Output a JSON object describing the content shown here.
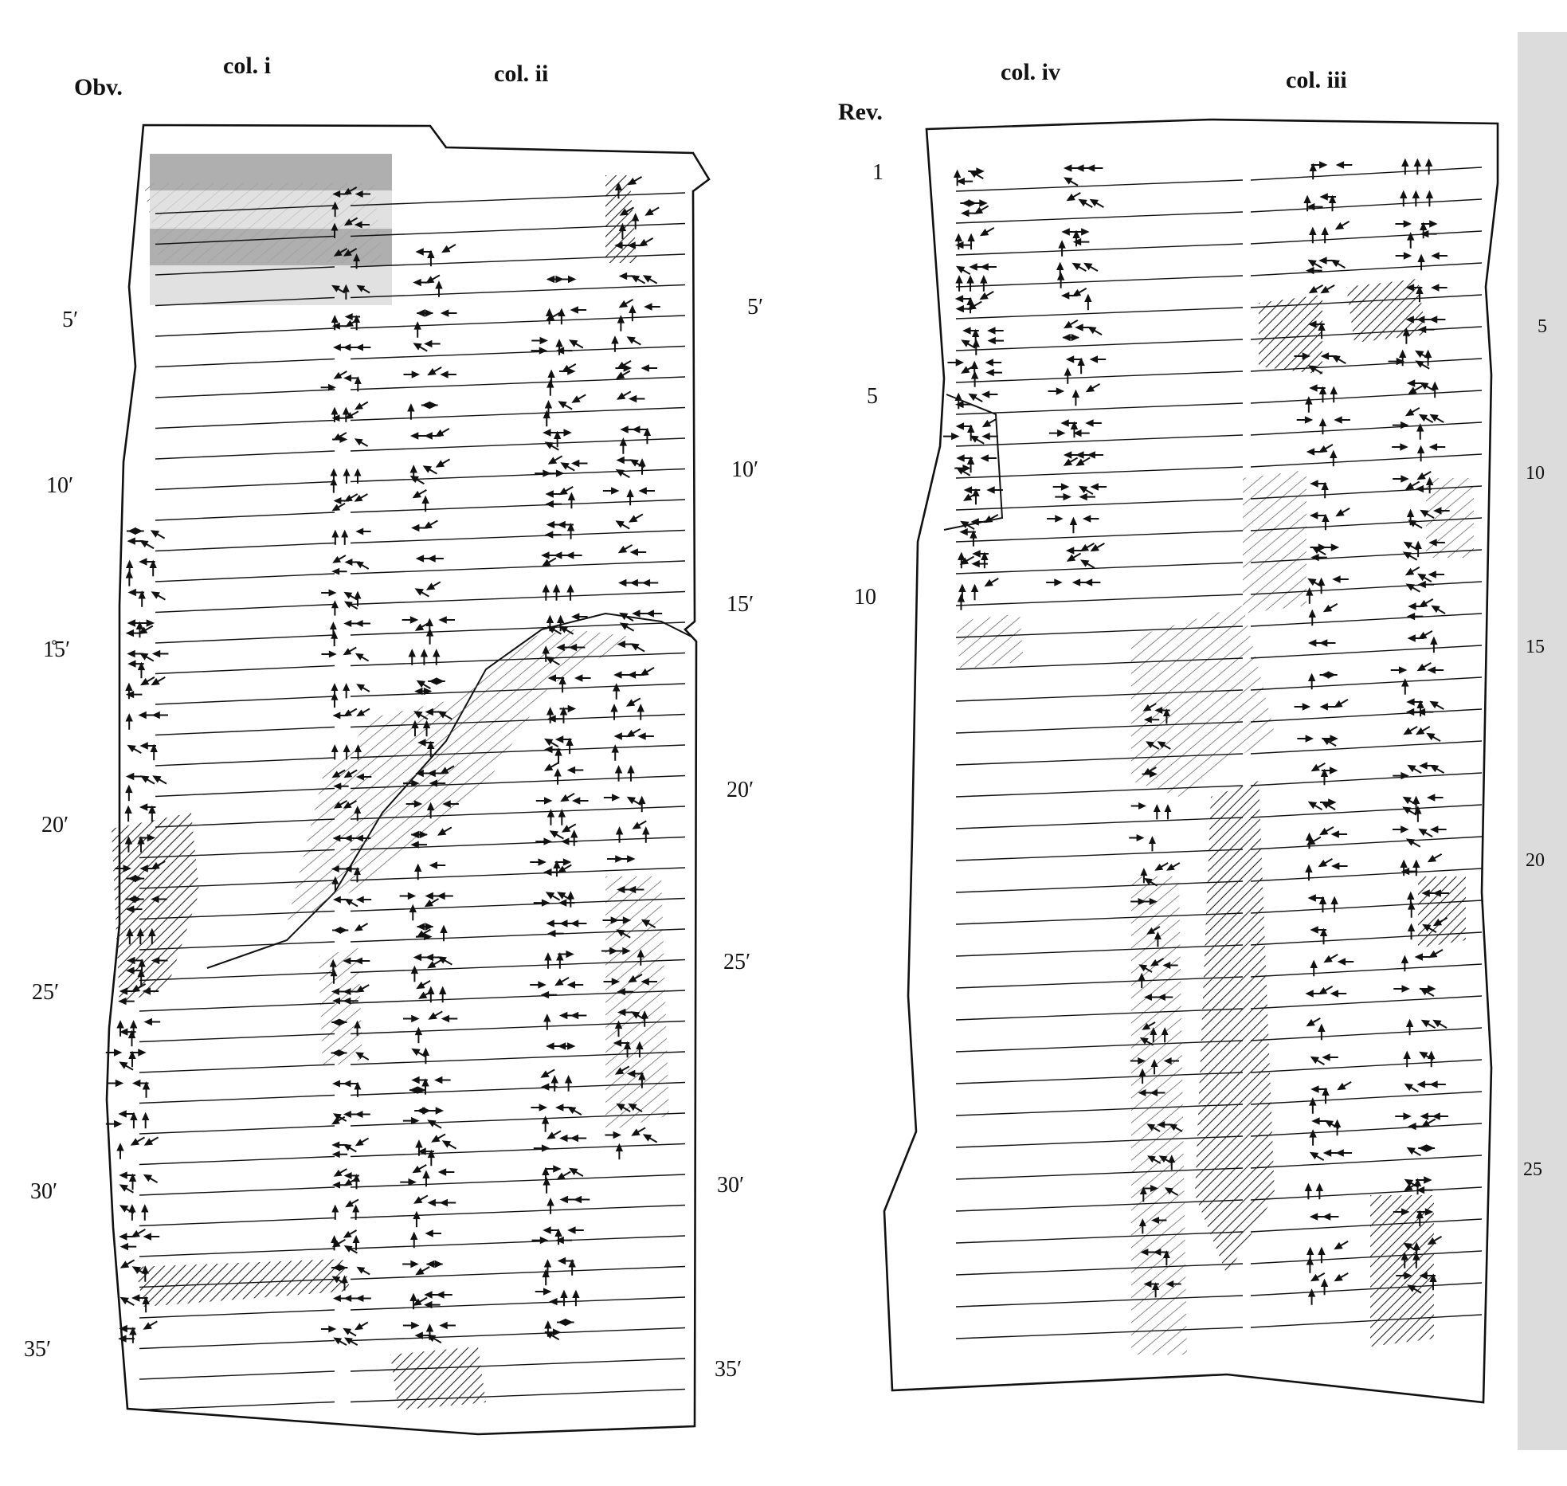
{
  "obverse": {
    "side_label": "Obv.",
    "column_headers": [
      "col. i",
      "col. ii"
    ],
    "line_numbers_left": [
      "5′",
      "10′",
      "1̊5′",
      "20′",
      "25′",
      "30′",
      "35′"
    ],
    "line_numbers_right": [
      "5′",
      "10′",
      "15′",
      "20′",
      "25′",
      "30′",
      "35′"
    ]
  },
  "reverse": {
    "side_label": "Rev.",
    "column_headers": [
      "col. iv",
      "col. iii"
    ],
    "line_numbers_left": [
      "1",
      "5",
      "10"
    ],
    "line_numbers_right": [
      "5",
      "10",
      "15",
      "20",
      "25"
    ]
  },
  "colors": {
    "ink": "#111111",
    "paper": "#ffffff",
    "highlight_dark": "#a6a6a6",
    "highlight_light": "#d9d9d9",
    "edge_shadow": "#dcdcdc"
  }
}
